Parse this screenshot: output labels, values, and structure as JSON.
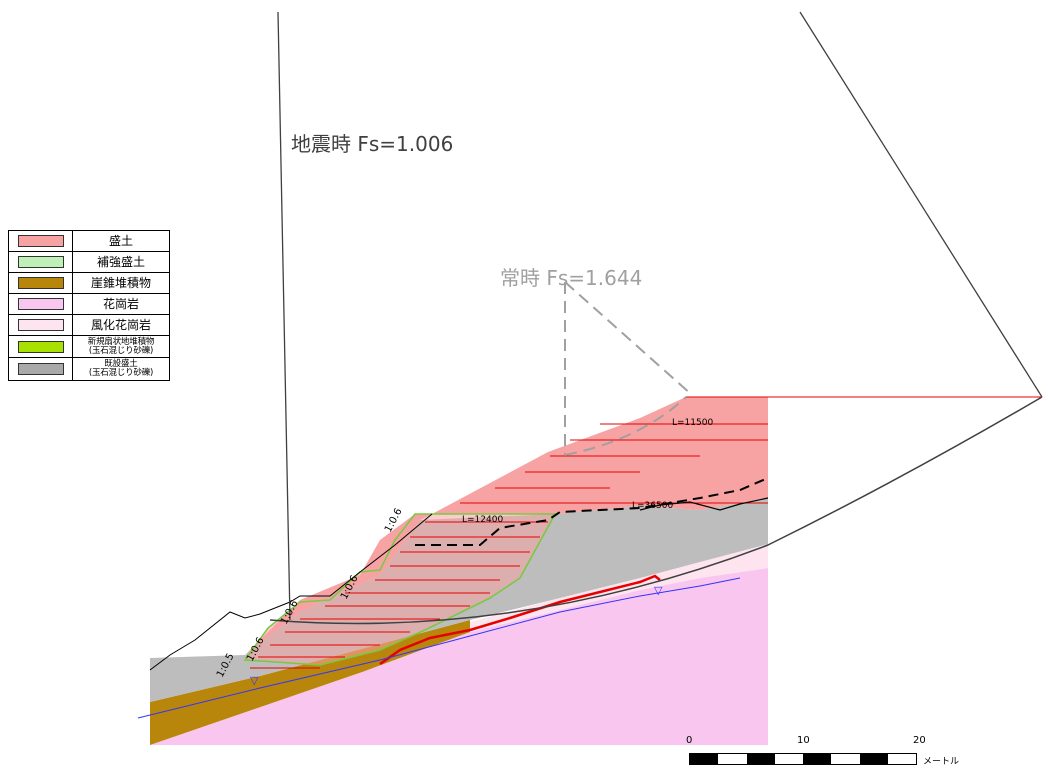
{
  "annotations": {
    "seismic_label": "地震時 Fs=1.006",
    "normal_label": "常時 Fs=1.644",
    "anchor_top": "L=11500",
    "anchor_mid": "L=36500",
    "anchor_lower": "L=12400",
    "slope_labels": [
      "1:0.6",
      "1:0.6",
      "1:0.6",
      "1:0.6",
      "1:0.5"
    ]
  },
  "legend": {
    "items": [
      {
        "label": "盛土",
        "color": "#f7a3a3"
      },
      {
        "label": "補強盛土",
        "color": "#bff0b8"
      },
      {
        "label": "崖錐堆積物",
        "color": "#b8860b"
      },
      {
        "label": "花崗岩",
        "color": "#f9c6ef"
      },
      {
        "label": "風化花崗岩",
        "color": "#fde4ef"
      },
      {
        "label_line1": "新規扇状地堆積物",
        "label_line2": "(玉石混じり砂礫)",
        "color": "#a8e000"
      },
      {
        "label_line1": "既設盛土",
        "label_line2": "(玉石混じり砂礫)",
        "color": "#a9a9a9"
      }
    ]
  },
  "scale": {
    "ticks": [
      "0",
      "10",
      "20"
    ],
    "unit": "メートル"
  },
  "colors": {
    "fill_embankment": "#f7a3a3",
    "fill_reinforced": "#bff0b8",
    "fill_talus": "#b8860b",
    "fill_granite": "#f9c6ef",
    "fill_weathered": "#fde4ef",
    "fill_existing": "#bdbdbd",
    "reinforcement_line": "#e60000",
    "green_face": "#7ac943",
    "water_line": "#3333ff",
    "seismic_text": "#404040",
    "normal_text": "#a0a0a0"
  }
}
